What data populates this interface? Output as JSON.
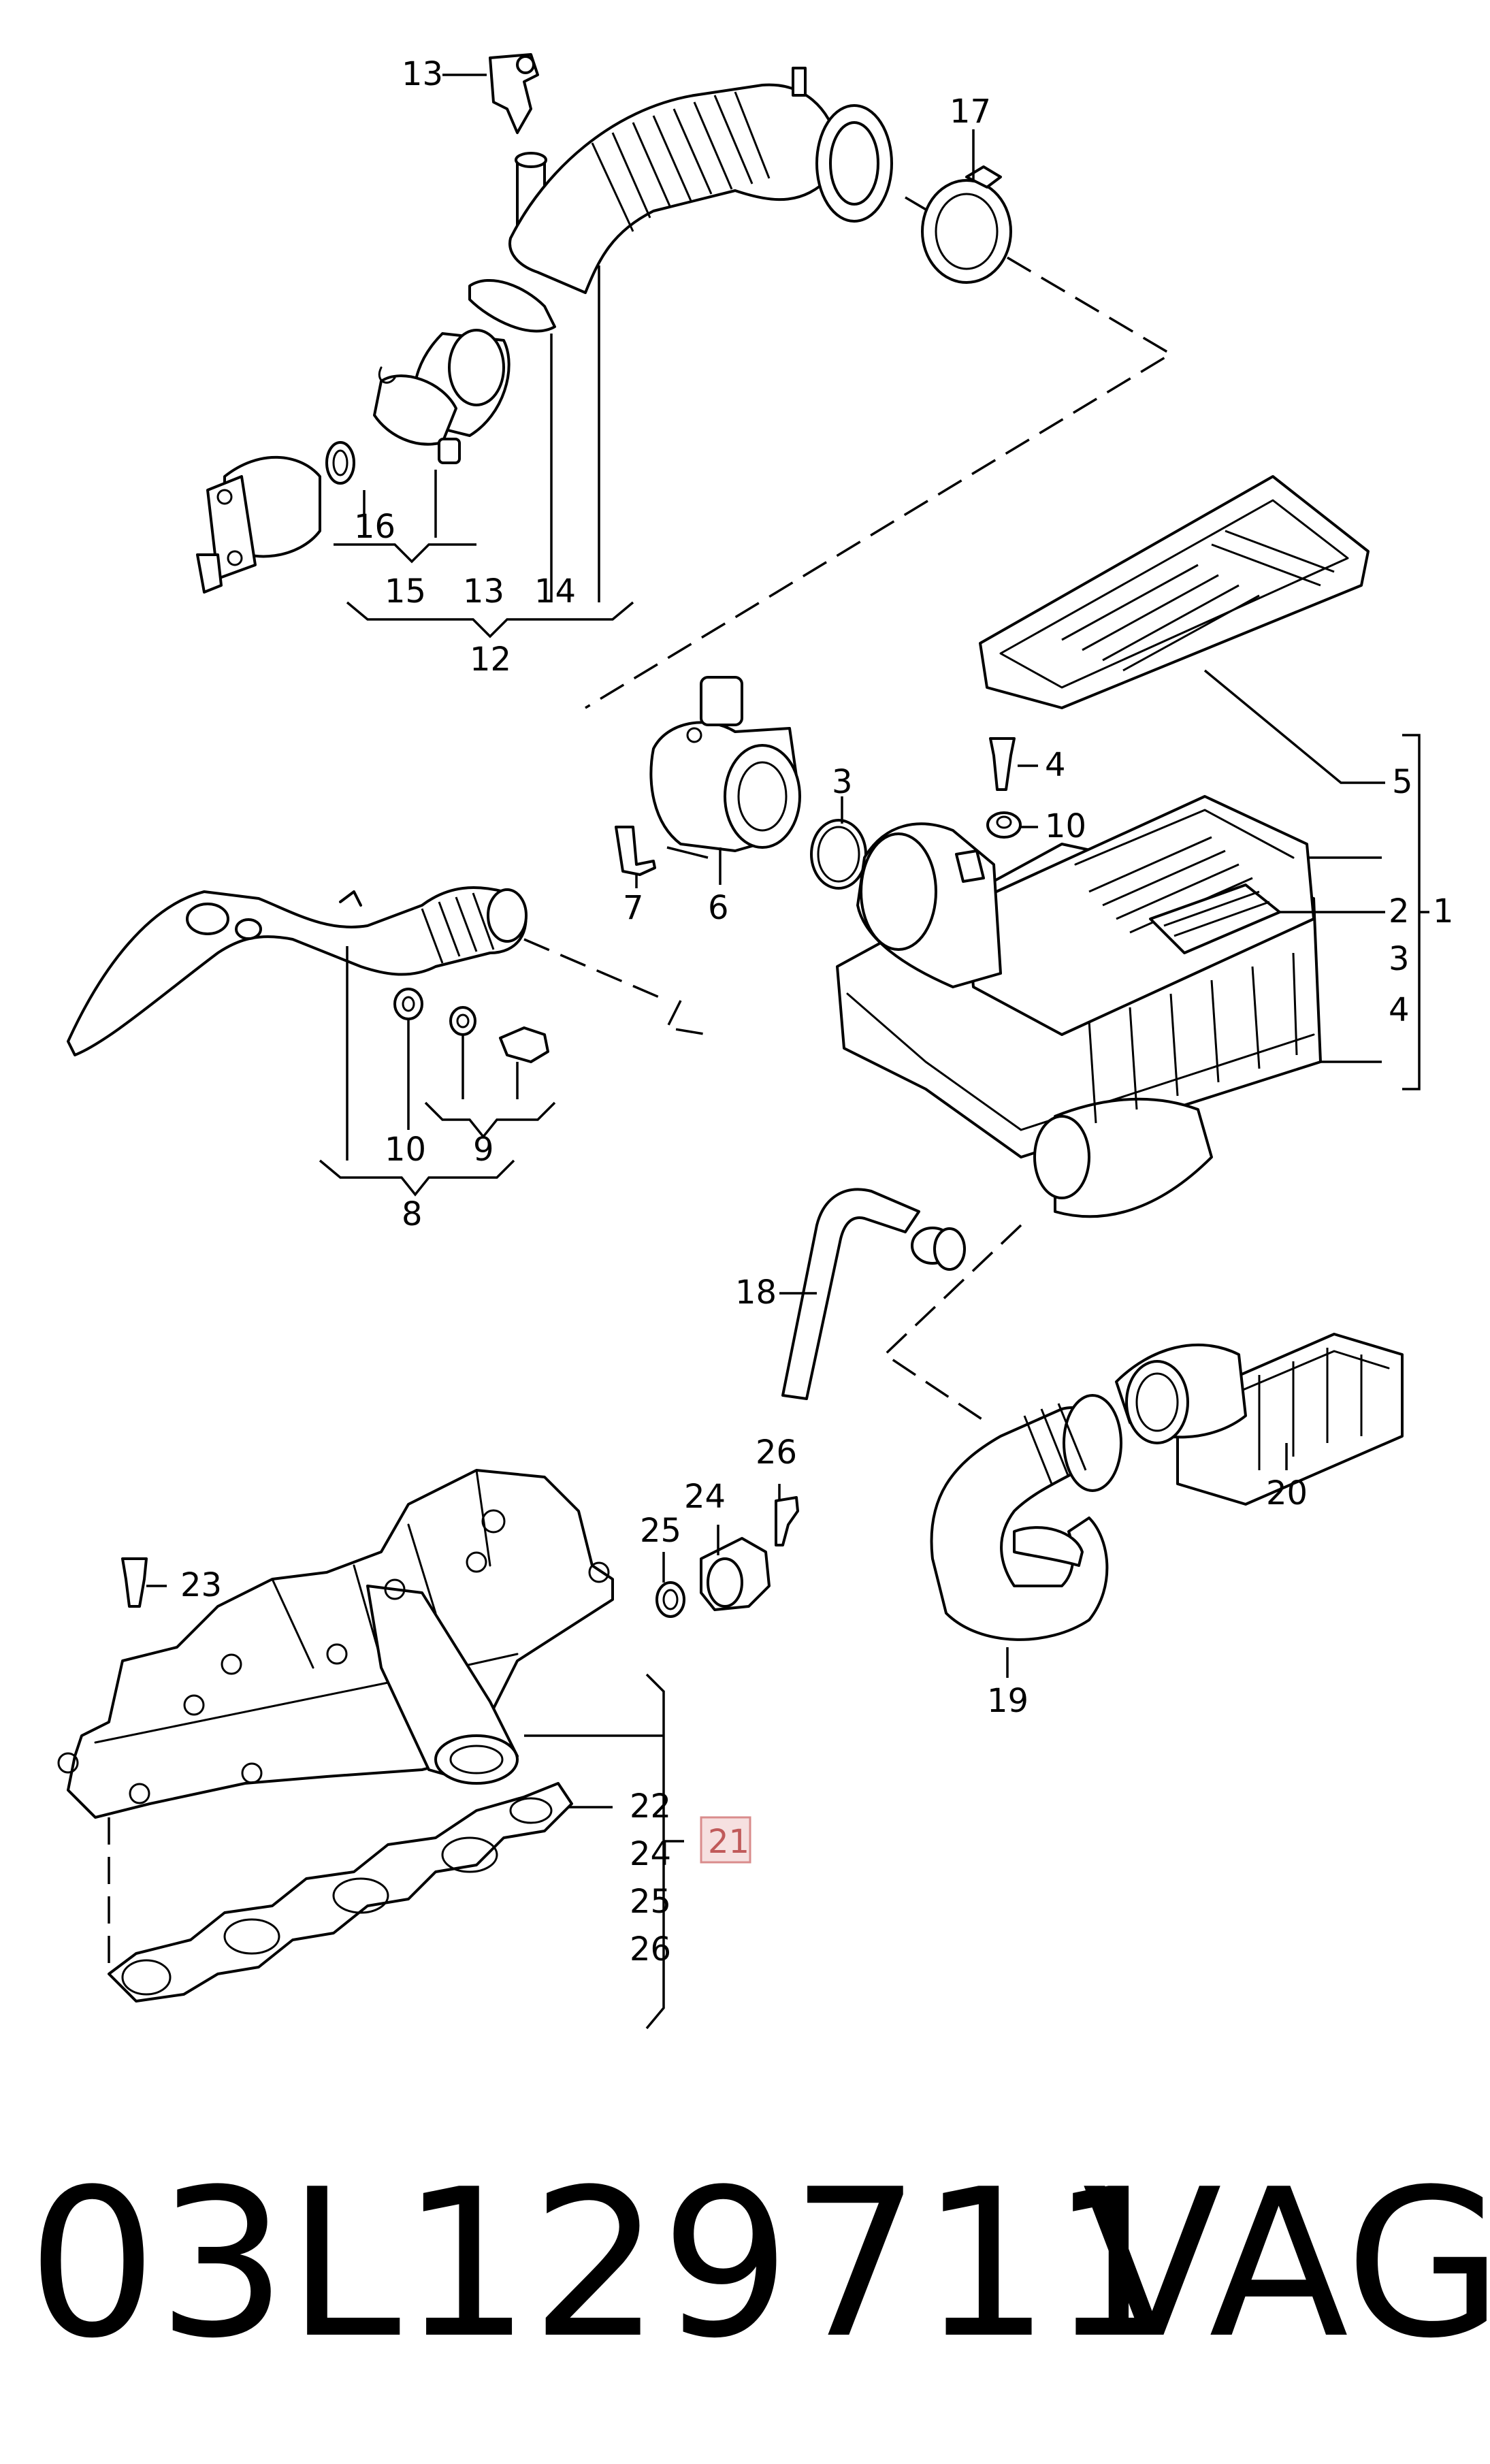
{
  "callouts": {
    "c1": "1",
    "c2": "2",
    "c3a": "3",
    "c3b": "3",
    "c4a": "4",
    "c4b": "4",
    "c5": "5",
    "c6": "6",
    "c7": "7",
    "c8": "8",
    "c9": "9",
    "c10a": "10",
    "c10b": "10",
    "c12": "12",
    "c13a": "13",
    "c13b": "13",
    "c14": "14",
    "c15": "15",
    "c16": "16",
    "c17": "17",
    "c18": "18",
    "c19": "19",
    "c20": "20",
    "c21": "21",
    "c22": "22",
    "c23": "23",
    "c24a": "24",
    "c24b": "24",
    "c25a": "25",
    "c25b": "25",
    "c26a": "26",
    "c26b": "26"
  },
  "footer": {
    "part_number": "03L129711",
    "brand": "VAG"
  },
  "highlight_color": "#f6e0e0"
}
